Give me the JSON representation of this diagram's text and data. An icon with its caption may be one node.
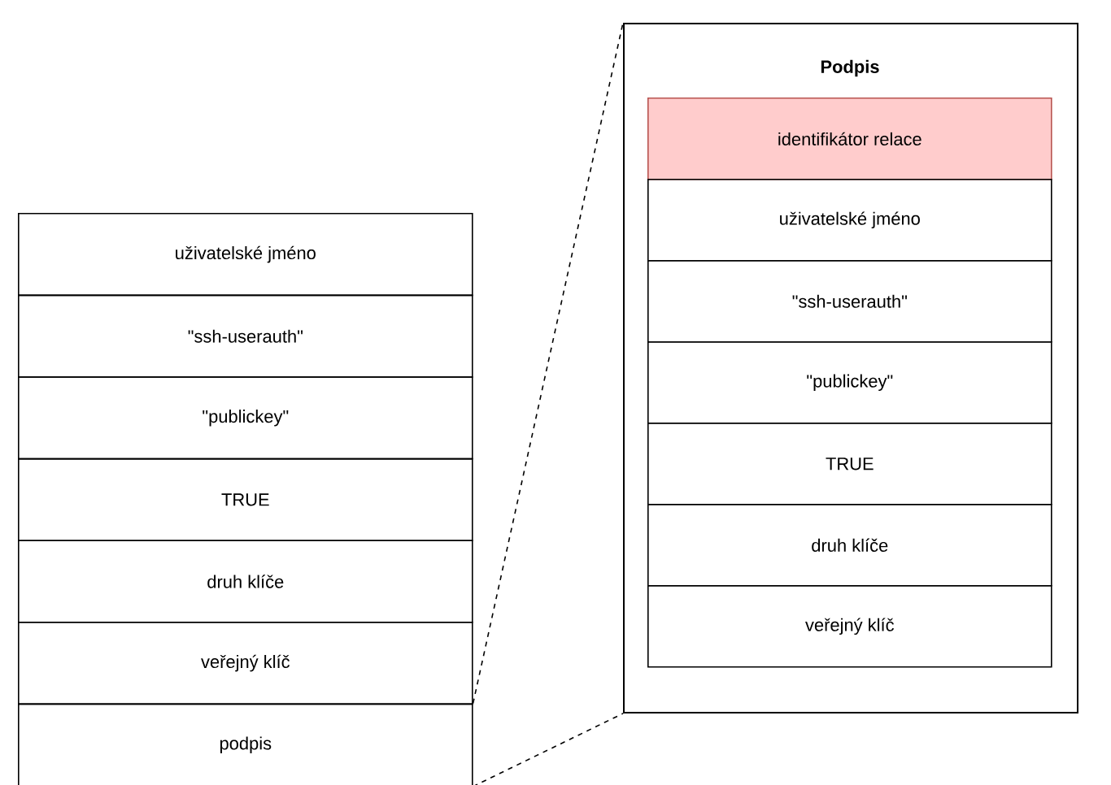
{
  "diagram": {
    "nodes": [
      {
        "text": [
          "uživatelské jméno"
        ]
      },
      {
        "text": [
          "\"ssh-userauth\""
        ]
      },
      {
        "text": [
          "\"publickey\""
        ]
      },
      {
        "text": [
          "TRUE"
        ]
      },
      {
        "text": [
          "druh klíče"
        ]
      },
      {
        "text": [
          "veřejný klíč"
        ]
      },
      {
        "text": [
          "podpis"
        ]
      },
      {
        "text": [
          "Podpis"
        ]
      },
      {
        "text": [
          "identifikátor relace"
        ],
        "in": 7
      },
      {
        "text": [
          "uživatelské jméno"
        ],
        "in": 7
      },
      {
        "text": [
          "\"ssh-userauth\""
        ],
        "in": 7
      },
      {
        "text": [
          "\"publickey\""
        ],
        "in": 7
      },
      {
        "text": [
          "TRUE"
        ],
        "in": 7
      },
      {
        "text": [
          "druh klíče"
        ],
        "in": 7
      },
      {
        "text": [
          "veřejný klíč"
        ],
        "in": 7
      }
    ],
    "edges": [
      {
        "from": 6,
        "to": 7,
        "arrow": "none",
        "style": "dashed"
      },
      {
        "from": 6,
        "to": 7,
        "arrow": "none",
        "style": "dashed"
      }
    ]
  }
}
